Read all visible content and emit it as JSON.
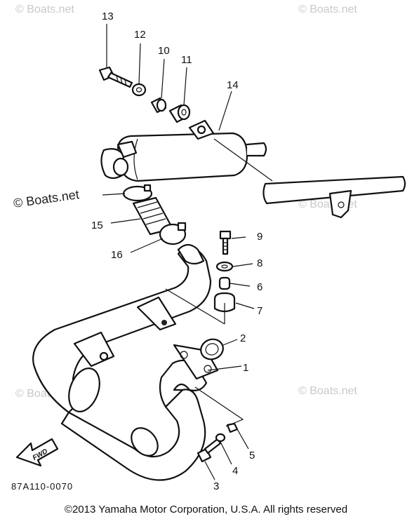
{
  "watermark": "© Boats.net",
  "callouts": [
    "13",
    "12",
    "10",
    "11",
    "14",
    "15",
    "16",
    "9",
    "8",
    "6",
    "7",
    "2",
    "1",
    "5",
    "4",
    "3"
  ],
  "fwd_label": "FWD",
  "diagram_code": "87A110-0070",
  "copyright": "©2013 Yamaha Motor Corporation, U.S.A. All rights reserved"
}
